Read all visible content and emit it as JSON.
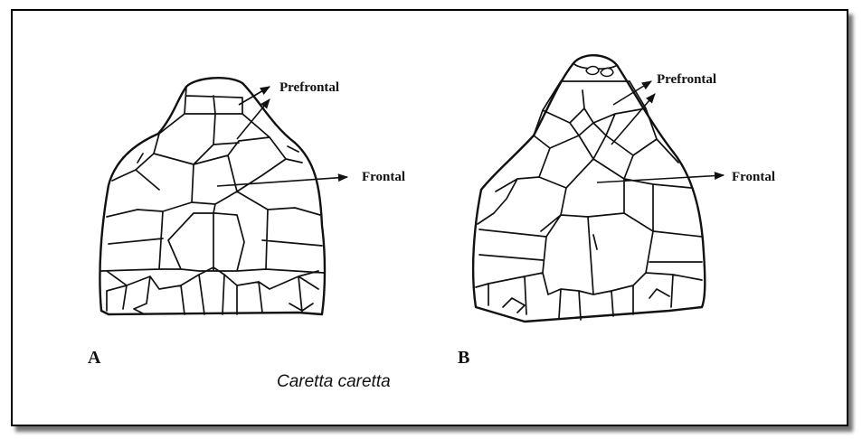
{
  "figure": {
    "caption": "Caretta caretta",
    "panels": [
      {
        "id": "A",
        "label": "A",
        "scales": [
          "Prefrontal",
          "Frontal"
        ]
      },
      {
        "id": "B",
        "label": "B",
        "scales": [
          "Prefrontal",
          "Frontal"
        ]
      }
    ]
  }
}
